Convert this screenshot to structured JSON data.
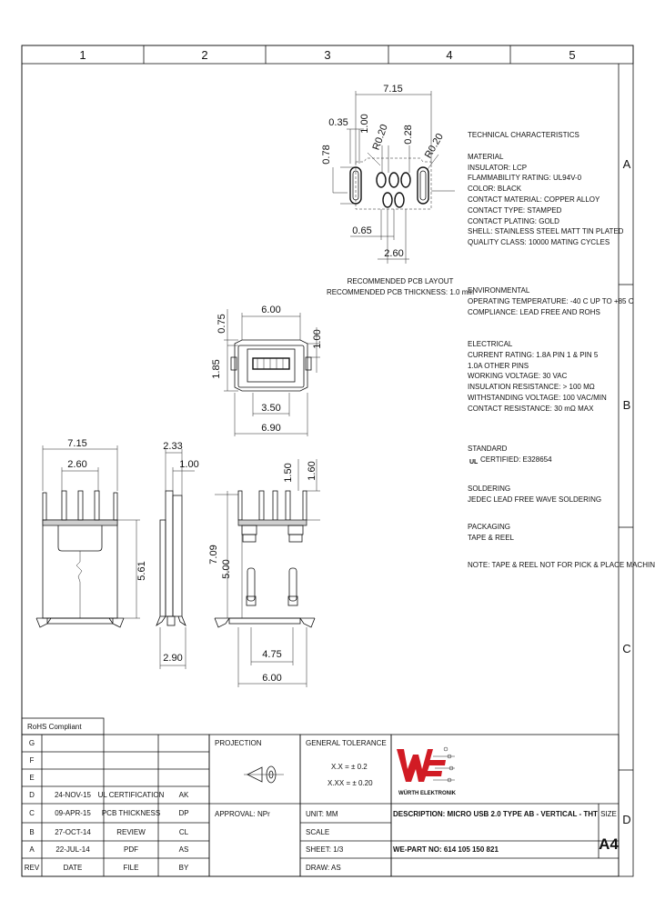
{
  "grid": {
    "columns": [
      "1",
      "2",
      "3",
      "4",
      "5"
    ],
    "rows": [
      "A",
      "B",
      "C",
      "D"
    ]
  },
  "dimensions": {
    "pcb_top": "7.15",
    "pcb_035": "0.35",
    "pcb_100": "1.00",
    "pcb_r020a": "R0.20",
    "pcb_028": "0.28",
    "pcb_r020b": "R0.20",
    "pcb_078": "0.78",
    "pcb_065": "0.65",
    "pcb_260": "2.60",
    "top_600": "6.00",
    "top_075": "0.75",
    "top_100": "1.00",
    "top_185": "1.85",
    "top_350": "3.50",
    "top_690": "6.90",
    "front_715": "7.15",
    "front_260": "2.60",
    "front_561": "5.61",
    "side_233": "2.33",
    "side_100": "1.00",
    "side_290": "2.90",
    "rear_150": "1.50",
    "rear_160": "1.60",
    "rear_709": "7.09",
    "rear_500": "5.00",
    "rear_475": "4.75",
    "rear_600": "6.00"
  },
  "pcb_caption": {
    "line1": "RECOMMENDED PCB LAYOUT",
    "line2": "RECOMMENDED PCB THICKNESS: 1.0 mm"
  },
  "specs": {
    "technical": {
      "heading": "TECHNICAL CHARACTERISTICS",
      "lines": [
        "MATERIAL",
        "INSULATOR: LCP",
        "FLAMMABILITY RATING: UL94V-0",
        "COLOR: BLACK",
        "CONTACT MATERIAL: COPPER ALLOY",
        "CONTACT TYPE: STAMPED",
        "CONTACT PLATING: GOLD",
        "SHELL: STAINLESS STEEL MATT TIN PLATED",
        "QUALITY CLASS: 10000 MATING CYCLES"
      ]
    },
    "environmental": {
      "heading": "ENVIRONMENTAL",
      "lines": [
        "OPERATING TEMPERATURE: -40 C UP TO +85 C",
        "COMPLIANCE: LEAD FREE AND ROHS"
      ]
    },
    "electrical": {
      "heading": "ELECTRICAL",
      "lines": [
        "CURRENT RATING: 1.8A PIN 1 & PIN 5",
        "1.0A OTHER PINS",
        "WORKING VOLTAGE: 30 VAC",
        "INSULATION RESISTANCE: > 100 MΩ",
        "WITHSTANDING VOLTAGE: 100 VAC/MIN",
        "CONTACT RESISTANCE: 30 mΩ MAX"
      ]
    },
    "standard": {
      "heading": "STANDARD",
      "lines": [
        "CERTIFIED: E328654"
      ]
    },
    "soldering": {
      "heading": "SOLDERING",
      "lines": [
        "JEDEC LEAD FREE WAVE SOLDERING"
      ]
    },
    "packaging": {
      "heading": "PACKAGING",
      "lines": [
        "TAPE & REEL"
      ]
    },
    "note": "NOTE: TAPE & REEL NOT FOR PICK & PLACE MACHINE"
  },
  "title_block": {
    "rohs": "RoHS Compliant",
    "revisions": [
      {
        "rev": "G",
        "date": "",
        "file": "",
        "by": ""
      },
      {
        "rev": "F",
        "date": "",
        "file": "",
        "by": ""
      },
      {
        "rev": "E",
        "date": "",
        "file": "",
        "by": ""
      },
      {
        "rev": "D",
        "date": "24-NOV-15",
        "file": "UL CERTIFICATION",
        "by": "AK"
      },
      {
        "rev": "C",
        "date": "09-APR-15",
        "file": "PCB THICKNESS",
        "by": "DP"
      },
      {
        "rev": "B",
        "date": "27-OCT-14",
        "file": "REVIEW",
        "by": "CL"
      },
      {
        "rev": "A",
        "date": "22-JUL-14",
        "file": "PDF",
        "by": "AS"
      }
    ],
    "rev_header": {
      "rev": "REV",
      "date": "DATE",
      "file": "FILE",
      "by": "BY"
    },
    "projection": "PROJECTION",
    "approval": "APPROVAL: NPr",
    "general_tolerance": "GENERAL TOLERANCE",
    "tol1": "X.X = ± 0.2",
    "tol2": "X.XX = ± 0.20",
    "unit": "UNIT: MM",
    "scale": "SCALE",
    "sheet": "SHEET: 1/3",
    "drawn": "DRAW: AS",
    "brand": "WÜRTH ELEKTRONIK",
    "description": "DESCRIPTION: MICRO USB 2.0 TYPE AB - VERTICAL - THT",
    "part_number": "WE-PART NO: 614 105 150 821",
    "size_label": "SIZE",
    "size_value": "A4"
  },
  "colors": {
    "logo_red": "#d11b24",
    "line": "#111111"
  }
}
